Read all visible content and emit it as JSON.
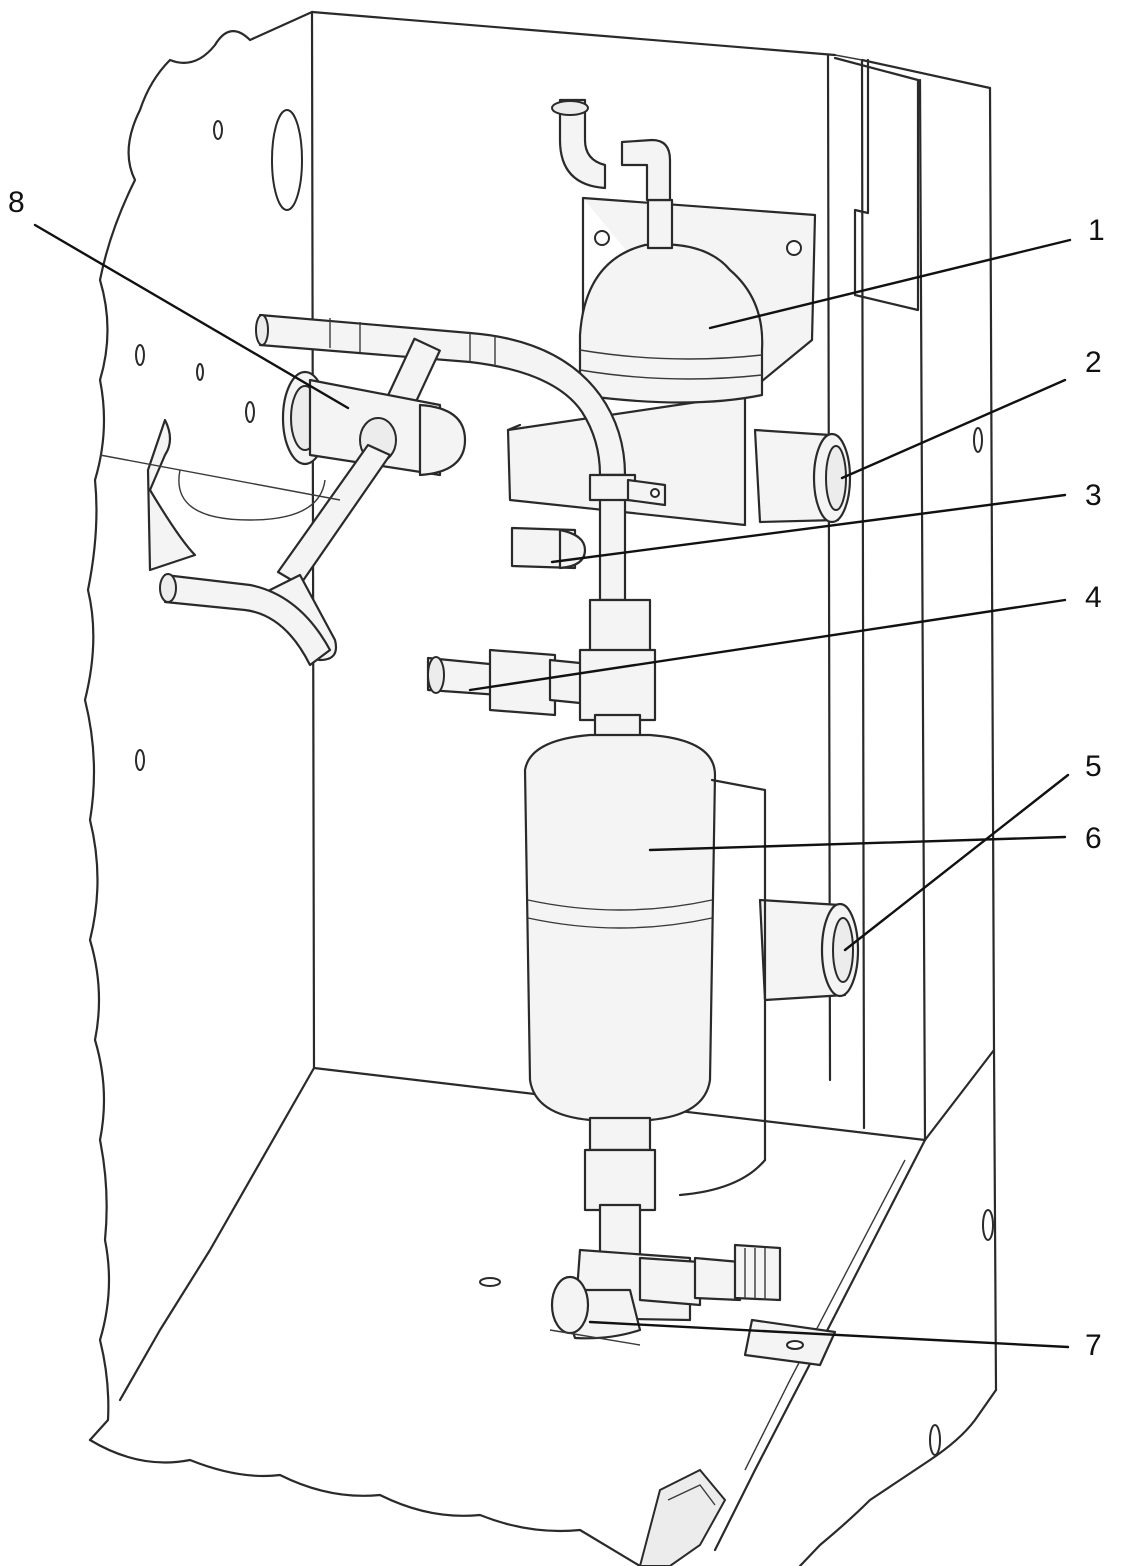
{
  "callouts": [
    {
      "id": "1",
      "label": "1"
    },
    {
      "id": "2",
      "label": "2"
    },
    {
      "id": "3",
      "label": "3"
    },
    {
      "id": "4",
      "label": "4"
    },
    {
      "id": "5",
      "label": "5"
    },
    {
      "id": "6",
      "label": "6"
    },
    {
      "id": "7",
      "label": "7"
    },
    {
      "id": "8",
      "label": "8"
    }
  ],
  "colors": {
    "line": "#2a2a2a",
    "background": "#ffffff"
  }
}
